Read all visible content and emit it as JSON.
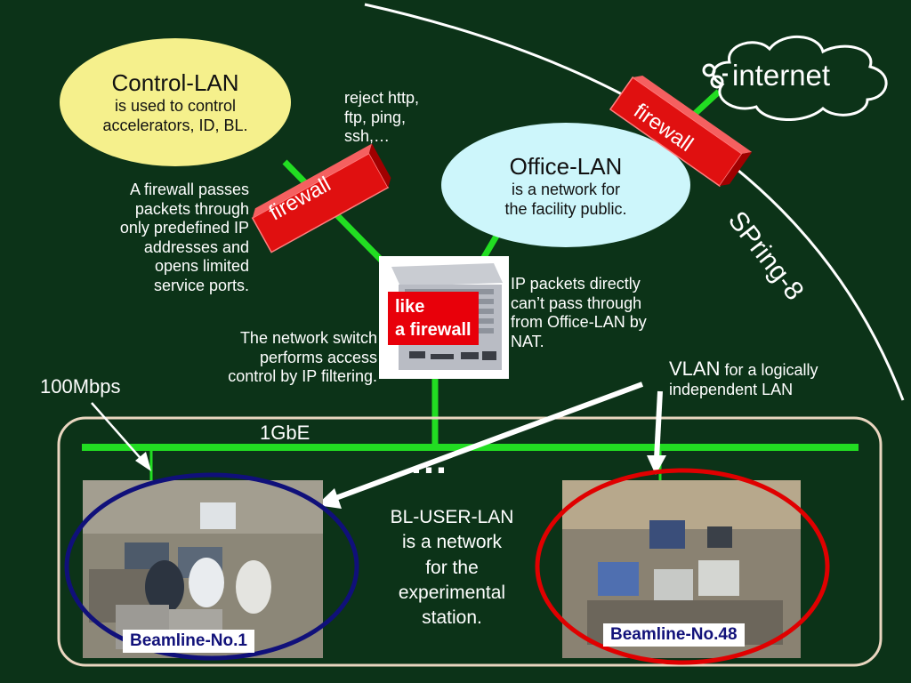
{
  "colors": {
    "background": "#0c3318",
    "lan_line": "#22dd22",
    "control_lan_fill": "#f5f08c",
    "office_lan_fill": "#cdf6fb",
    "firewall_red": "#e01010",
    "bl1_ring": "#10107a",
    "bl48_ring": "#e00000",
    "panel_border": "#ead6c0"
  },
  "control_lan": {
    "title": "Control-LAN",
    "line1": "is used to control",
    "line2": "accelerators, ID, BL."
  },
  "office_lan": {
    "title": "Office-LAN",
    "line1": "is a network for",
    "line2": "the facility public."
  },
  "internet": {
    "label": "internet",
    "icon": "internet-link-icon"
  },
  "firewalls": {
    "left_label": "firewall",
    "right_label": "firewall"
  },
  "reject_note": [
    "reject http,",
    "ftp, ping,",
    "ssh,…"
  ],
  "firewall_explain": [
    "A firewall passes",
    "packets through",
    "only predefined IP",
    "addresses and",
    "opens limited",
    "service ports."
  ],
  "switch": {
    "badge_line1": "like",
    "badge_line2": "a firewall",
    "note": [
      "The network switch",
      "performs access",
      "control by IP filtering."
    ]
  },
  "nat_note": [
    "IP packets directly",
    "can’t pass through",
    "from Office-LAN by",
    "NAT."
  ],
  "spring8": "SPring-8",
  "vlan": {
    "title": "VLAN",
    "desc1": " for a  logically",
    "desc2": "independent LAN"
  },
  "speed_100": "100Mbps",
  "speed_1g": "1GbE",
  "ellipsis": "…",
  "bl_user_lan": [
    "BL-USER-LAN",
    "is a network",
    "for the",
    "experimental",
    "station."
  ],
  "beamlines": {
    "left_label": "Beamline-No.1",
    "right_label": "Beamline-No.48"
  }
}
